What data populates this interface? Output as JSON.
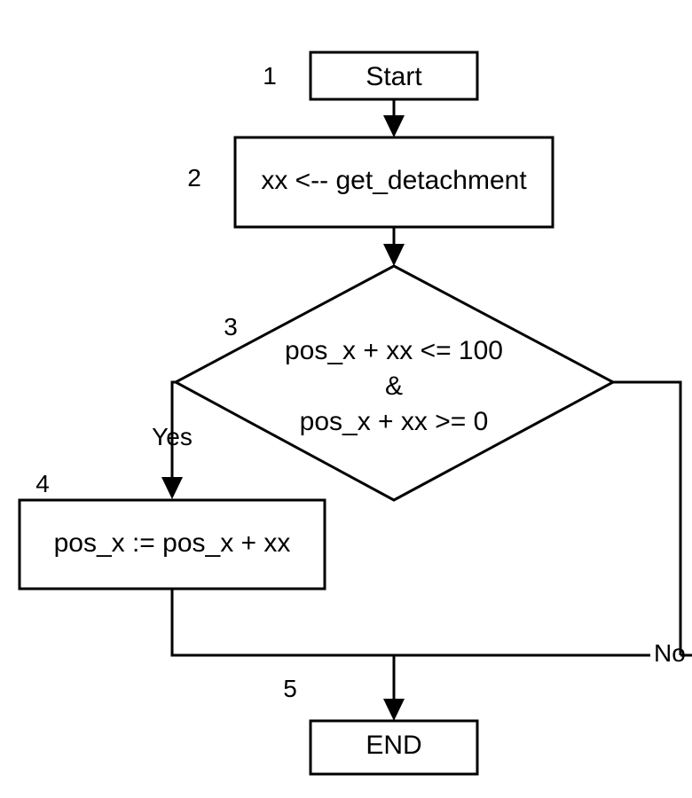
{
  "nodes": {
    "start": {
      "number": "1",
      "label": "Start"
    },
    "assign": {
      "number": "2",
      "label": "xx <-- get_detachment"
    },
    "decision": {
      "number": "3",
      "lines": [
        "pos_x + xx <= 100",
        "&",
        "pos_x + xx >= 0"
      ]
    },
    "update": {
      "number": "4",
      "label": "pos_x := pos_x + xx"
    },
    "end": {
      "number": "5",
      "label": "END"
    }
  },
  "edges": {
    "yes_label": "Yes",
    "no_label": "No"
  }
}
